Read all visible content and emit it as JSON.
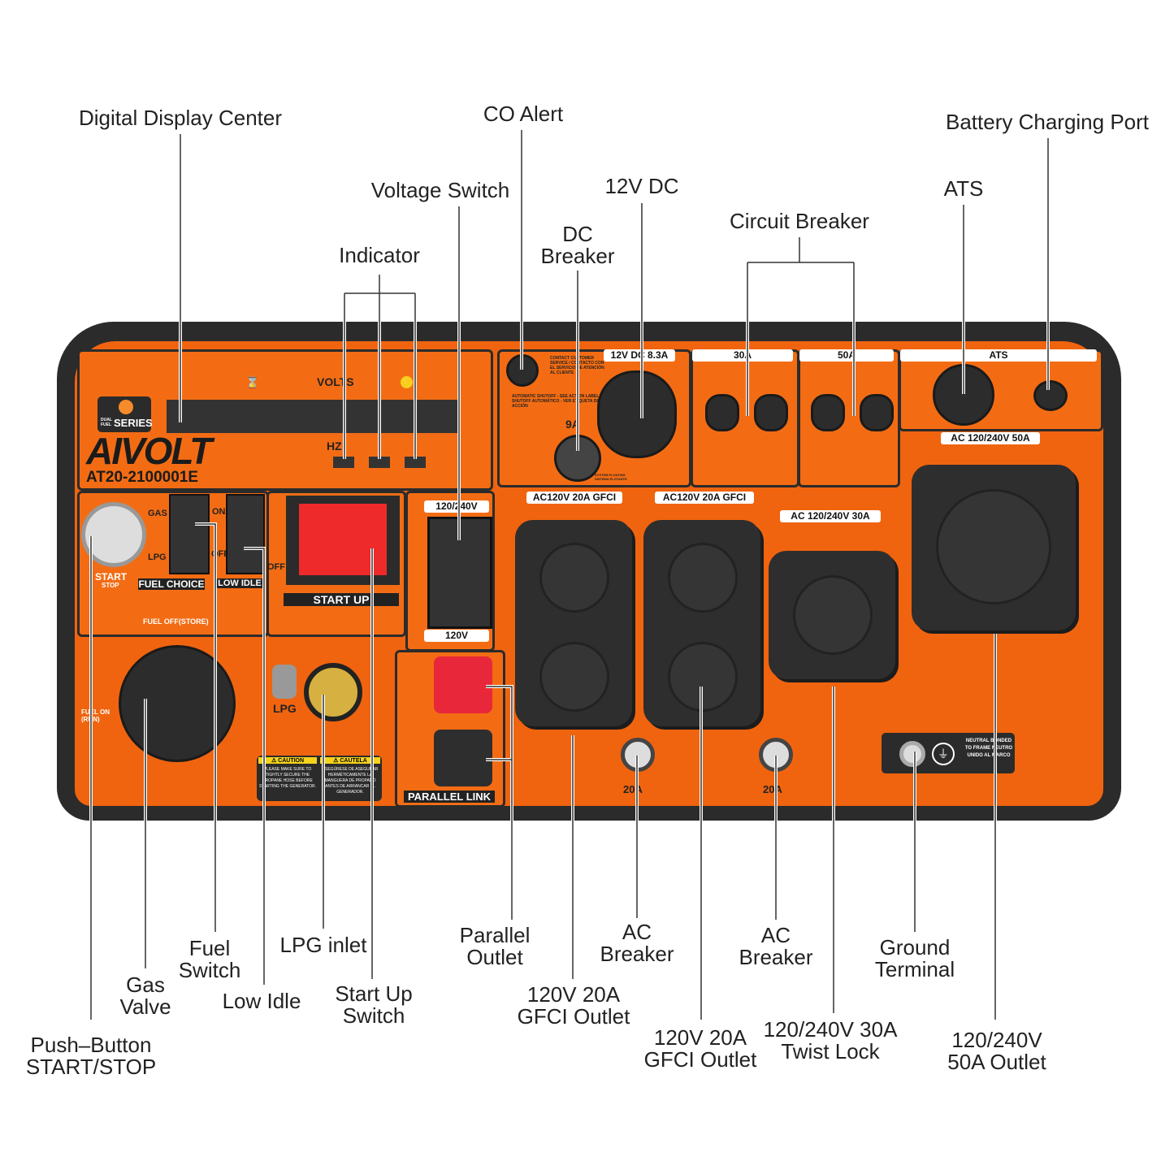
{
  "callouts": {
    "digital_display_center": "Digital Display Center",
    "co_alert": "CO Alert",
    "battery_charging_port": "Battery Charging Port",
    "voltage_switch": "Voltage Switch",
    "dc_12v": "12V DC",
    "ats": "ATS",
    "circuit_breaker": "Circuit Breaker",
    "indicator": "Indicator",
    "dc_breaker": [
      "DC",
      "Breaker"
    ],
    "push_button": [
      "Push–Button",
      "START/STOP"
    ],
    "gas_valve": [
      "Gas",
      "Valve"
    ],
    "fuel_switch": [
      "Fuel",
      "Switch"
    ],
    "low_idle": "Low Idle",
    "lpg_inlet": "LPG inlet",
    "start_up_switch": [
      "Start Up",
      "Switch"
    ],
    "parallel_outlet": [
      "Parallel",
      "Outlet"
    ],
    "ac_breaker_1": [
      "AC",
      "Breaker"
    ],
    "gfci_outlet_1": [
      "120V 20A",
      "GFCI Outlet"
    ],
    "ac_breaker_2": [
      "AC",
      "Breaker"
    ],
    "gfci_outlet_2": [
      "120V 20A",
      "GFCI Outlet"
    ],
    "twist_lock": [
      "120/240V 30A",
      "Twist Lock"
    ],
    "ground_terminal": [
      "Ground",
      "Terminal"
    ],
    "outlet_50a": [
      "120/240V",
      "50A Outlet"
    ]
  },
  "panel": {
    "brand": "AIVOLT",
    "model": "AT20-2100001E",
    "series": "SERIES",
    "dual_fuel": "DUAL FUEL",
    "volts": "VOLTS",
    "hz": "HZ",
    "co_text": "CONTACT CUSTOMER SERVICE / CONTACTO CON EL SERVICIO DE ATENCIÓN AL CLIENTE",
    "shutoff_text": "AUTOMATIC SHUTOFF - SEE ACTION LABEL / SHUTOFF AUTOMÁTICO - VER ETIQUETA DE ACCIÓN",
    "dc_label": "12V DC 8.3A",
    "dc_breaker_rating": "9A",
    "system_floating": "SYSTEM FLOATING SISTEMA FLOTANTE",
    "breaker_30a": "30A",
    "breaker_50a": "50A",
    "ats": "ATS",
    "outlet_50a": "AC 120/240V 50A",
    "outlet_30a": "AC 120/240V 30A",
    "gfci_1": "AC120V 20A GFCI",
    "gfci_2": "AC120V 20A GFCI",
    "ac_breaker_rating_1": "20A",
    "ac_breaker_rating_2": "20A",
    "gas": "GAS",
    "lpg_switch": "LPG",
    "on_1": "ON",
    "off_1": "OFF",
    "on_2": "ON",
    "off_2": "OFF",
    "fuel_choice": "FUEL CHOICE",
    "low_idle": "LOW IDLE",
    "start": "START",
    "stop": "STOP",
    "start_up": "START UP",
    "voltage_top": "120/240V",
    "voltage_bottom": "120V",
    "fuel_off": "FUEL OFF(STORE)",
    "fuel_on": "FUEL ON (RUN)",
    "lpg": "LPG",
    "caution": "⚠ CAUTION",
    "cautela": "⚠ CAUTELA",
    "caution_text": "PLEASE MAKE SURE TO TIGHTLY SECURE THE PROPANE HOSE BEFORE STARTING THE GENERATOR.",
    "cautela_text": "ASEGÚRESE DE ASEGURAR HERMÉTICAMENTE LA MANGUERA DE PROPANO ANTES DE ARRANCAR EL GENERADOR.",
    "parallel_link": "PARALLEL LINK",
    "neutral_text": "NEUTRAL BONDED TO FRAME NEUTRO UNIDO AL MARCO"
  },
  "colors": {
    "panel_orange": "#f0640f",
    "frame": "#2b2b2b",
    "start_button": "#ee2a2a"
  }
}
